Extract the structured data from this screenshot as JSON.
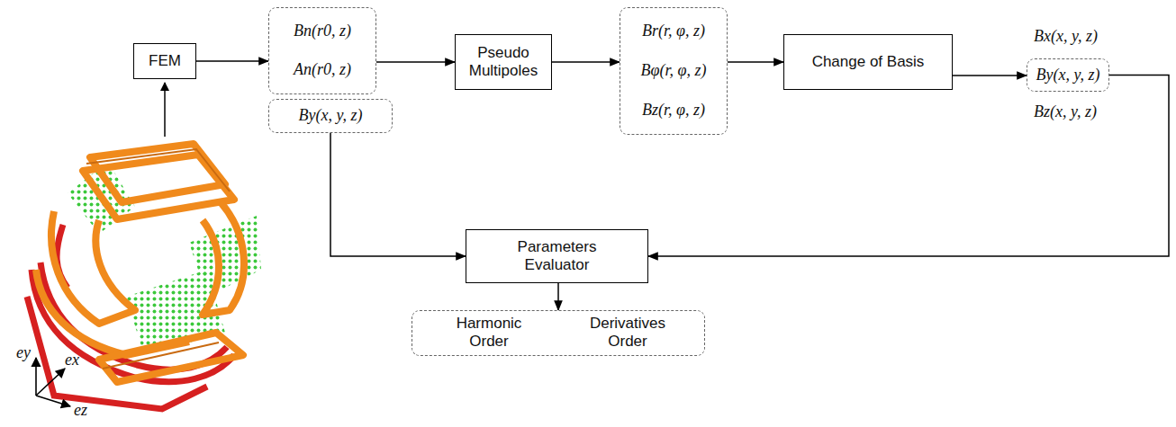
{
  "diagram": {
    "nodes": [
      {
        "text": [
          "FEM"
        ]
      },
      {
        "text": [
          "Bn(r0, z)",
          "An(r0, z)"
        ]
      },
      {
        "text": [
          "By(x, y, z)"
        ]
      },
      {
        "text": [
          "Pseudo Multipoles"
        ]
      },
      {
        "text": [
          "Br(r, φ, z)",
          "Bφ(r, φ, z)",
          "Bz(r, φ, z)"
        ]
      },
      {
        "text": [
          "Change of Basis"
        ]
      },
      {
        "text": [
          "By(x, y, z)"
        ]
      },
      {
        "text": [
          "Parameters Evaluator"
        ]
      },
      {
        "text": [
          "Harmonic Order",
          "Derivatives Order"
        ]
      }
    ],
    "edges": [
      {
        "from": 0,
        "to": 1,
        "arrow": "to"
      },
      {
        "from": 1,
        "to": 3,
        "arrow": "to"
      },
      {
        "from": 3,
        "to": 4,
        "arrow": "to"
      },
      {
        "from": 4,
        "to": 5,
        "arrow": "to"
      },
      {
        "from": 5,
        "to": 6,
        "arrow": "to"
      },
      {
        "from": 2,
        "to": 7,
        "arrow": "to"
      },
      {
        "from": 6,
        "to": 7,
        "arrow": "to"
      },
      {
        "from": 7,
        "to": 8,
        "arrow": "to"
      }
    ],
    "labels": [
      "Bx(x, y, z)",
      "Bz(x, y, z)",
      "ey",
      "ex",
      "ez"
    ]
  }
}
